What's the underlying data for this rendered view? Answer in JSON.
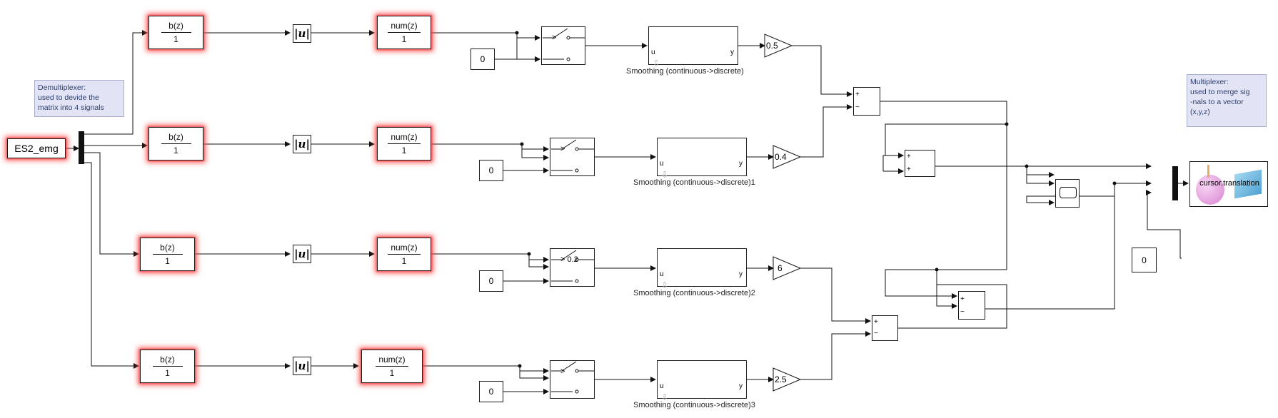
{
  "input_block": {
    "label": "ES2_emg"
  },
  "notes": {
    "demux": [
      "Demultiplexer:",
      "used to devide the",
      "matrix into 4 signals"
    ],
    "mux": [
      "Multiplexer:",
      "used  to merge sig",
      "-nals to a vector",
      "(x,y,z)"
    ]
  },
  "filter_b": {
    "num": "b(z)",
    "den": "1"
  },
  "abs": {
    "label": "|u|"
  },
  "filter_num": {
    "num": "num(z)",
    "den": "1"
  },
  "zero": {
    "label": "0"
  },
  "switch_thresholds": [
    ">",
    ">",
    "> 0.2",
    ">"
  ],
  "smoothing": {
    "in_port": "u",
    "out_port": "y"
  },
  "smoothing_labels": [
    "Smoothing (continuous->discrete)",
    "Smoothing (continuous->discrete)1",
    "Smoothing (continuous->discrete)2",
    "Smoothing (continuous->discrete)3"
  ],
  "gains": [
    "0.5",
    "0.4",
    "6",
    "2.5"
  ],
  "sum_signs": {
    "plus": "+",
    "minus": "−"
  },
  "output_block": {
    "label": "cursor.translation"
  },
  "colors": {
    "glow": "#ff4646",
    "note_bg": "#e2e4f5",
    "note_text": "#2c3f6e"
  }
}
